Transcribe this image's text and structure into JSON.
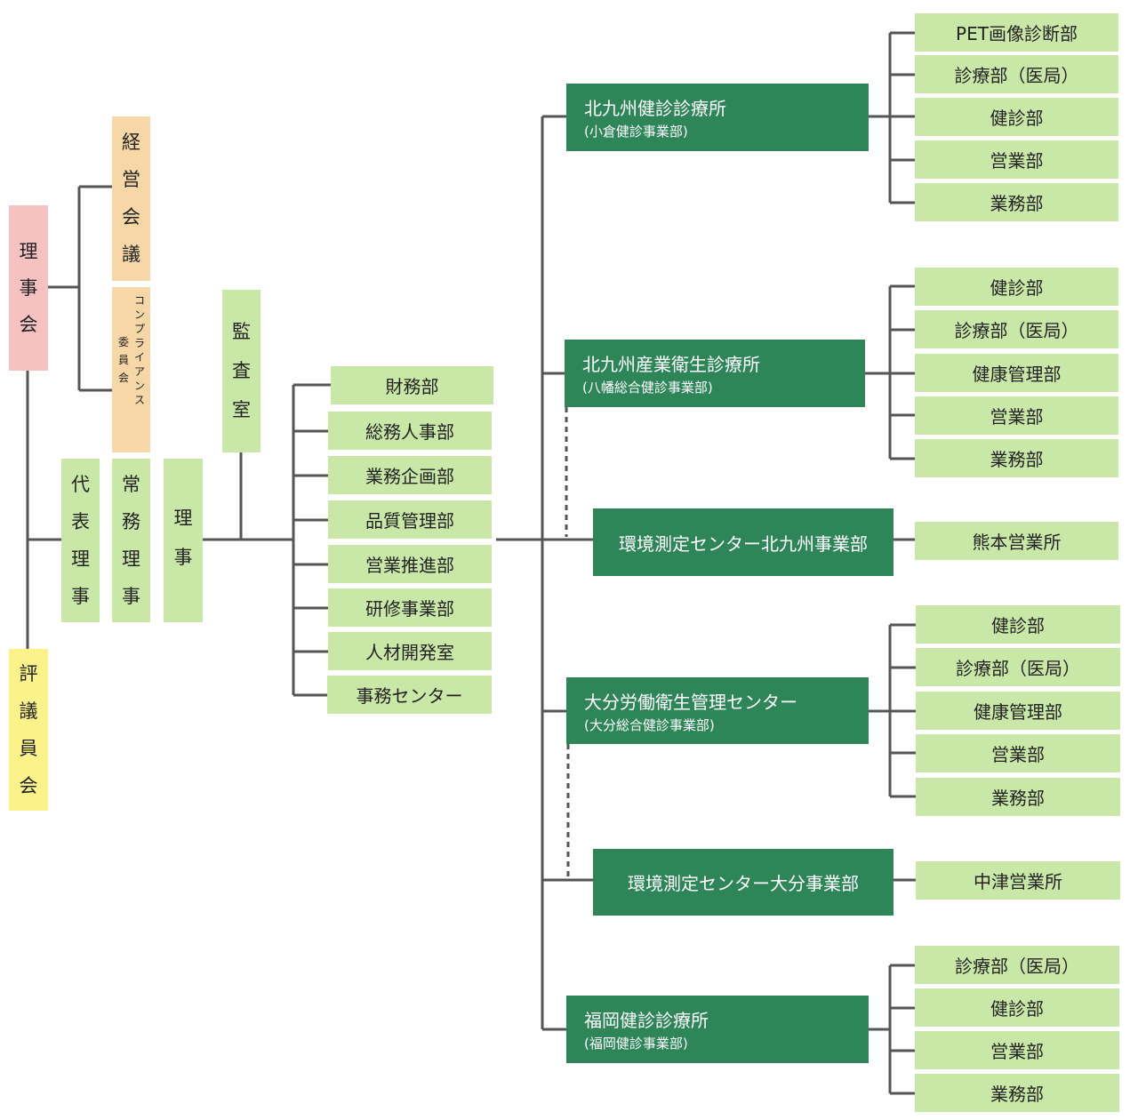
{
  "governance": {
    "board": [
      "理",
      "事",
      "会"
    ],
    "council": [
      "評",
      "議",
      "員",
      "会"
    ],
    "management_meeting": [
      "経",
      "営",
      "会",
      "議"
    ],
    "compliance_committee": [
      "コ",
      "ン",
      "プ",
      "ラ",
      "イ",
      "ア",
      "ン",
      "ス",
      "委",
      "員",
      "会"
    ],
    "representative_director": [
      "代",
      "表",
      "理",
      "事"
    ],
    "executive_director": [
      "常",
      "務",
      "理",
      "事"
    ],
    "director": [
      "理",
      "事"
    ],
    "audit_office": [
      "監",
      "査",
      "室"
    ]
  },
  "headquarters_departments": [
    "財務部",
    "総務人事部",
    "業務企画部",
    "品質管理部",
    "営業推進部",
    "研修事業部",
    "人材開発室",
    "事務センター"
  ],
  "centers": [
    {
      "title": "北九州健診診療所",
      "sub": "(小倉健診事業部)",
      "departments": [
        "PET画像診断部",
        "診療部（医局）",
        "健診部",
        "営業部",
        "業務部"
      ]
    },
    {
      "title": "北九州産業衛生診療所",
      "sub": "(八幡総合健診事業部)",
      "departments": [
        "健診部",
        "診療部（医局）",
        "健康管理部",
        "営業部",
        "業務部"
      ]
    },
    {
      "title": "環境測定センター北九州事業部",
      "sub": "",
      "departments": [
        "熊本営業所"
      ]
    },
    {
      "title": "大分労働衛生管理センター",
      "sub": "(大分総合健診事業部)",
      "departments": [
        "健診部",
        "診療部（医局）",
        "健康管理部",
        "営業部",
        "業務部"
      ]
    },
    {
      "title": "環境測定センター大分事業部",
      "sub": "",
      "departments": [
        "中津営業所"
      ]
    },
    {
      "title": "福岡健診診療所",
      "sub": "(福岡健診事業部)",
      "departments": [
        "診療部（医局）",
        "健診部",
        "営業部",
        "業務部"
      ]
    }
  ],
  "colors": {
    "board": "#f5c1c1",
    "council": "#fbf28a",
    "committee": "#f8d7a6",
    "light_green": "#c9e8a8",
    "dark_green": "#2e8558",
    "line": "#555555"
  }
}
